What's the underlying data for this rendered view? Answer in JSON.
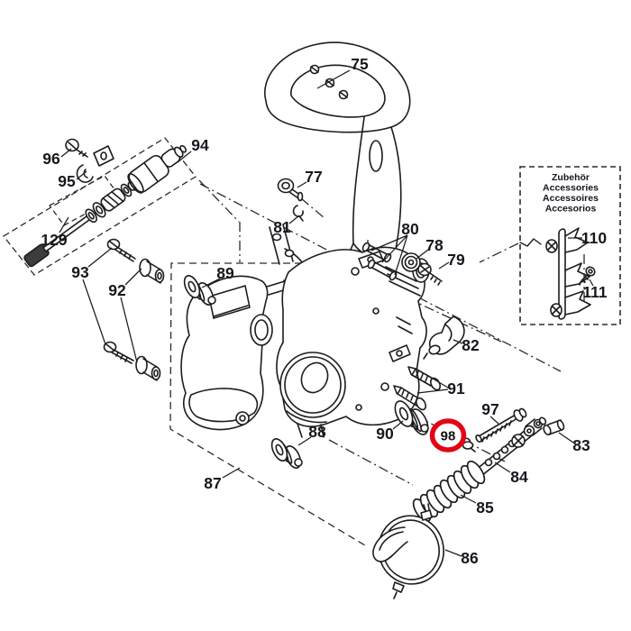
{
  "diagram": {
    "type": "exploded-parts-diagram",
    "background": "#ffffff",
    "colors": {
      "line": "#1c1c1c",
      "dash": "#2b2b2b",
      "label": "#17171f",
      "highlight": "#e30613"
    },
    "highlighted_part": "98",
    "accessories_box": {
      "lines": [
        "Zubehör",
        "Accessories",
        "Accessoires",
        "Accesorios"
      ]
    },
    "labels": {
      "p75": "75",
      "p77": "77",
      "p78": "78",
      "p79": "79",
      "p80": "80",
      "p81": "81",
      "p82": "82",
      "p83": "83",
      "p84": "84",
      "p85": "85",
      "p86": "86",
      "p87": "87",
      "p88": "88",
      "p89": "89",
      "p90": "90",
      "p91": "91",
      "p92": "92",
      "p93": "93",
      "p94": "94",
      "p95": "95",
      "p96": "96",
      "p97": "97",
      "p98": "98",
      "p110": "110",
      "p111": "111",
      "p129": "129"
    }
  }
}
